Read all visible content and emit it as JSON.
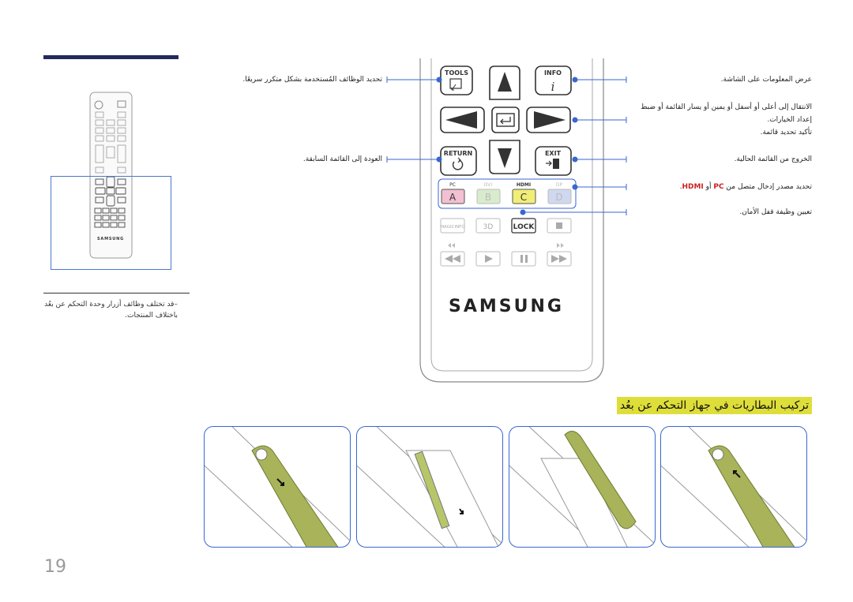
{
  "page_number": "19",
  "note_text": "–قد تختلف وظائف أزرار وحدة التحكم عن بعُد باختلاف المنتجات.",
  "callouts_left": {
    "tools": "تحديد الوظائف المُستخدمة بشكل متكرر سريعًا.",
    "return": "العودة إلى القائمة السابقة."
  },
  "callouts_right": {
    "info": "عرض المعلومات على الشاشة.",
    "nav_line1": "الانتقال إلى أعلى أو أسفل أو يمين أو يسار القائمة أو ضبط",
    "nav_line2": "إعداد الخيارات.",
    "nav_line3": "تأكيد تحديد قائمة.",
    "exit": "الخروج من القائمة الحالية.",
    "source_prefix": "تحديد مصدر إدخال متصل من ",
    "source_pc": "PC",
    "source_or": " أو ",
    "source_hdmi": "HDMI",
    "source_end": ".",
    "lock": "تعيين وظيفة قفل الأمان."
  },
  "remote": {
    "tools": "TOOLS",
    "info": "INFO",
    "return": "RETURN",
    "exit": "EXIT",
    "src_pc": "PC",
    "src_dvi": "DVI",
    "src_hdmi": "HDMI",
    "src_dp": "DP",
    "btn_a": "A",
    "btn_b": "B",
    "btn_c": "C",
    "btn_d": "D",
    "magicinfo": "MAGICINFO",
    "btn_3d": "3D",
    "lock": "LOCK",
    "brand": "SAMSUNG",
    "thumb_brand": "SAMSUNG"
  },
  "heading": "تركيب البطاريات في جهاز التحكم عن بعُد",
  "colors": {
    "accent_blue": "#3a66d0",
    "heading_highlight": "#dede3a",
    "cover_green": "#a8b35a",
    "topbar": "#242a5c"
  }
}
